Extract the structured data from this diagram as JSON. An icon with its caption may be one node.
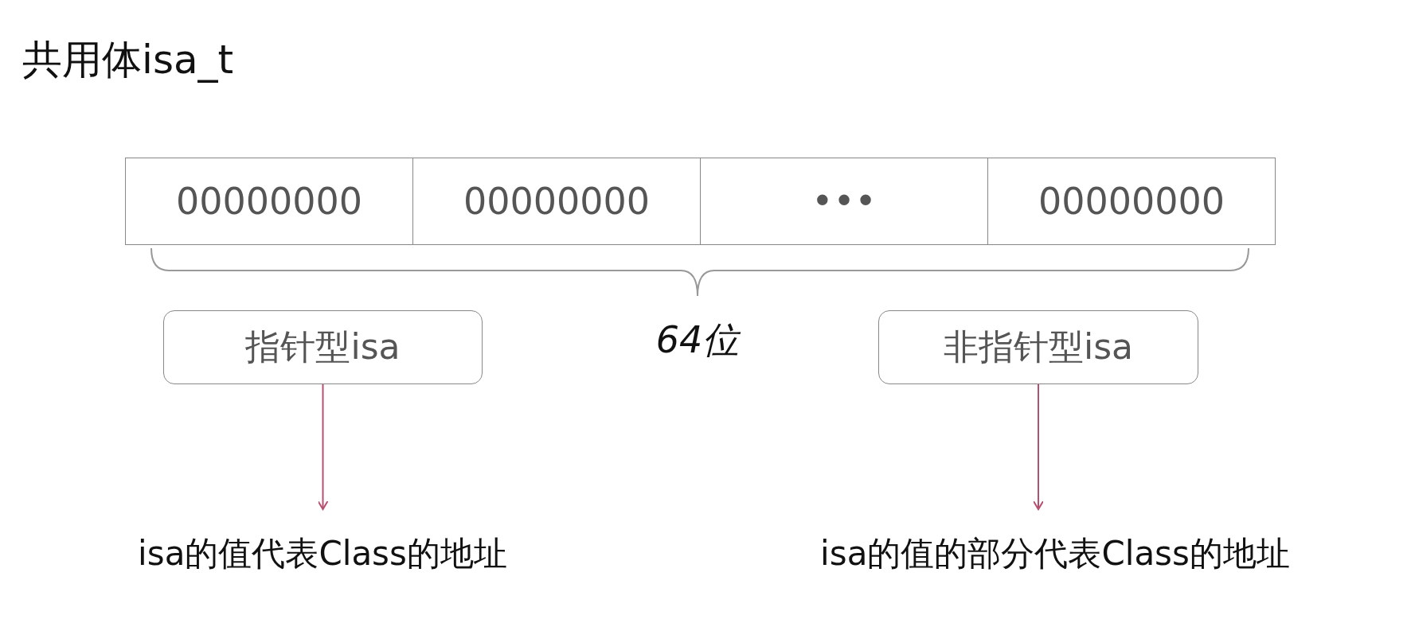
{
  "diagram": {
    "title": "共用体isa_t",
    "nodes": [
      {
        "text": [
          "00000000"
        ]
      },
      {
        "text": [
          "00000000"
        ]
      },
      {
        "text": [
          "•••"
        ]
      },
      {
        "text": [
          "00000000"
        ]
      },
      {
        "text": [
          "指针型isa"
        ]
      },
      {
        "text": [
          "非指针型isa"
        ]
      },
      {
        "text": [
          "isa的值代表Class的地址"
        ]
      },
      {
        "text": [
          "isa的值的部分代表Class的地址"
        ]
      }
    ],
    "edges": [
      {
        "from": 4,
        "to": 6,
        "arrow": "to"
      },
      {
        "from": 5,
        "to": 7,
        "arrow": "to"
      }
    ],
    "labels": [
      "64位"
    ]
  }
}
